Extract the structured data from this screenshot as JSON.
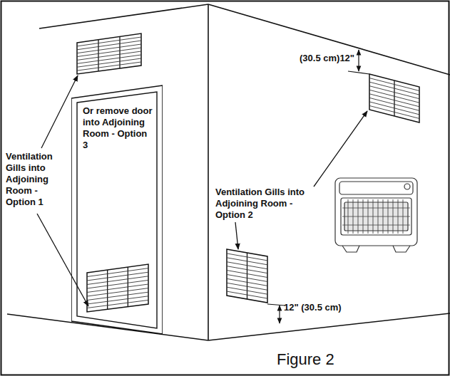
{
  "diagram": {
    "caption": "Figure 2",
    "nodes": [
      {
        "text": [
          "Or remove door into Adjoining Room - Option 3"
        ]
      }
    ],
    "labels": [
      "Ventilation Gills into Adjoining Room - Option 1",
      "Ventilation Gills into Adjoining Room - Option 2",
      "(30.5 cm)12\"",
      "12\" (30.5 cm)"
    ]
  }
}
